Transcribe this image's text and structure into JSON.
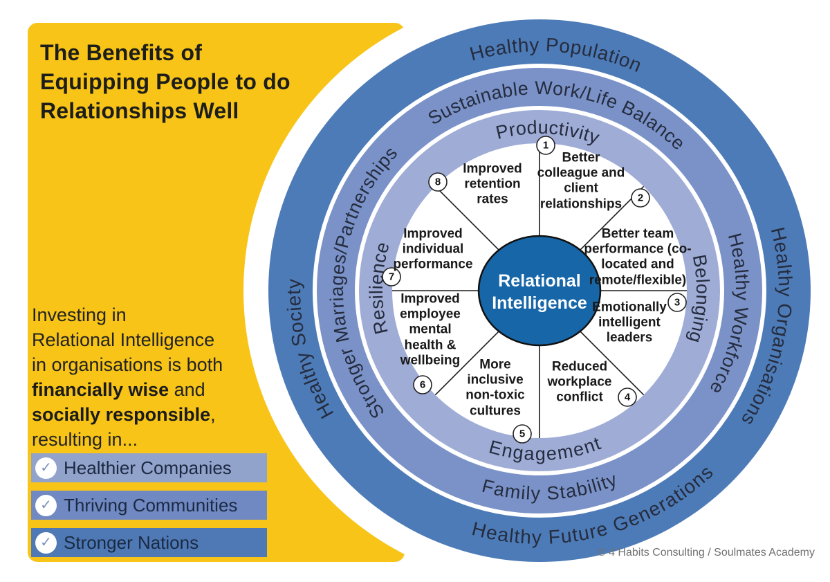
{
  "panel": {
    "title": {
      "line1": "The Benefits of",
      "line2": "Equipping People to do",
      "line3": "Relationships Well"
    },
    "paragraph": {
      "l1": "Investing in",
      "l2": "Relational Intelligence",
      "l3": "in organisations is both",
      "l4_bold": "financially wise",
      "l4_rest": " and",
      "l5_bold": "socially responsible",
      "l5_rest": ",",
      "l6": "resulting in..."
    },
    "checklist": [
      {
        "label": "Healthier Companies",
        "bg": "#92A3CB",
        "icon": "check-icon"
      },
      {
        "label": "Thriving Communities",
        "bg": "#7089C2",
        "icon": "check-icon"
      },
      {
        "label": "Stronger Nations",
        "bg": "#4E79B5",
        "icon": "check-icon"
      }
    ],
    "check_glyph": "✓",
    "panel_color": "#F7C417"
  },
  "diagram": {
    "center": {
      "line1": "Relational",
      "line2": "Intelligence",
      "color": "#1766A8"
    },
    "rings": [
      {
        "name": "outer",
        "color": "#4D7BB7",
        "labels": {
          "top": "Healthy Population",
          "right": "Healthy Organisations",
          "bottom": "Healthy Future Generations",
          "left": "Healthy Society"
        }
      },
      {
        "name": "middle",
        "color": "#7A92C8",
        "labels": {
          "top": "Sustainable Work/Life Balance",
          "right": "Healthy Workforce",
          "bottom": "Family Stability",
          "left": "Stronger Marriages/Partnerships"
        }
      },
      {
        "name": "inner",
        "color": "#9FACD6",
        "labels": {
          "top": "Productivity",
          "right": "Belonging",
          "bottom": "Engagement",
          "left": "Resilience"
        }
      }
    ],
    "segments": [
      {
        "num": "1",
        "text": "Better colleague and client relationships"
      },
      {
        "num": "2",
        "text": "Better team performance (co-located and remote/flexible)"
      },
      {
        "num": "3",
        "text": "Emotionally intelligent leaders"
      },
      {
        "num": "4",
        "text": "Reduced workplace conflict"
      },
      {
        "num": "5",
        "text": "More inclusive non-toxic cultures"
      },
      {
        "num": "6",
        "text": "Improved employee mental health & wellbeing"
      },
      {
        "num": "7",
        "text": "Improved individual performance"
      },
      {
        "num": "8",
        "text": "Improved retention rates"
      }
    ]
  },
  "footer": {
    "copyright": "© 4 Habits Consulting / Soulmates Academy"
  }
}
